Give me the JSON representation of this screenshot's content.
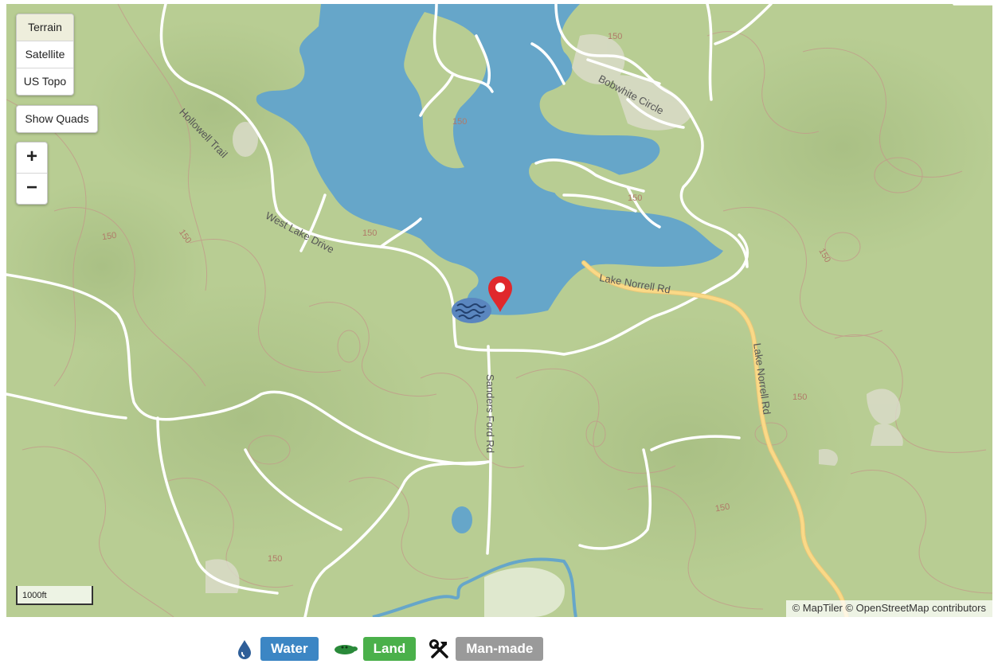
{
  "map": {
    "layers": [
      "Terrain",
      "Satellite",
      "US Topo"
    ],
    "active_layer": "Terrain",
    "quads_label": "Show Quads",
    "zoom_in_label": "+",
    "zoom_out_label": "−",
    "scale_label": "1000ft",
    "attribution": "© MapTiler © OpenStreetMap contributors",
    "road_labels": {
      "hollowell": "Hollowell Trail",
      "west_lake": "West Lake Drive",
      "bobwhite": "Bobwhite Circle",
      "lake_norrell_rd_1": "Lake Norrell Rd",
      "lake_norrell_rd_2": "Lake Norrell Rd",
      "sanders_ford": "Sanders Ford Rd"
    },
    "contour_labels": {
      "c1": "150",
      "c2": "150",
      "c3": "150",
      "c4": "150",
      "c5": "150",
      "c6": "150",
      "c7": "150",
      "c8": "150",
      "c9": "150",
      "c10": "150"
    },
    "colors": {
      "land": "#b8cd93",
      "water": "#66a6c9",
      "road": "#ffffff",
      "highway": "#fad987",
      "contour": "#c29b8a",
      "marker": "#e0282c"
    }
  },
  "legend": {
    "water_label": "Water",
    "land_label": "Land",
    "manmade_label": "Man-made",
    "icons": [
      "water-drop-icon",
      "land-turtle-icon",
      "hammer-wrench-icon"
    ]
  }
}
